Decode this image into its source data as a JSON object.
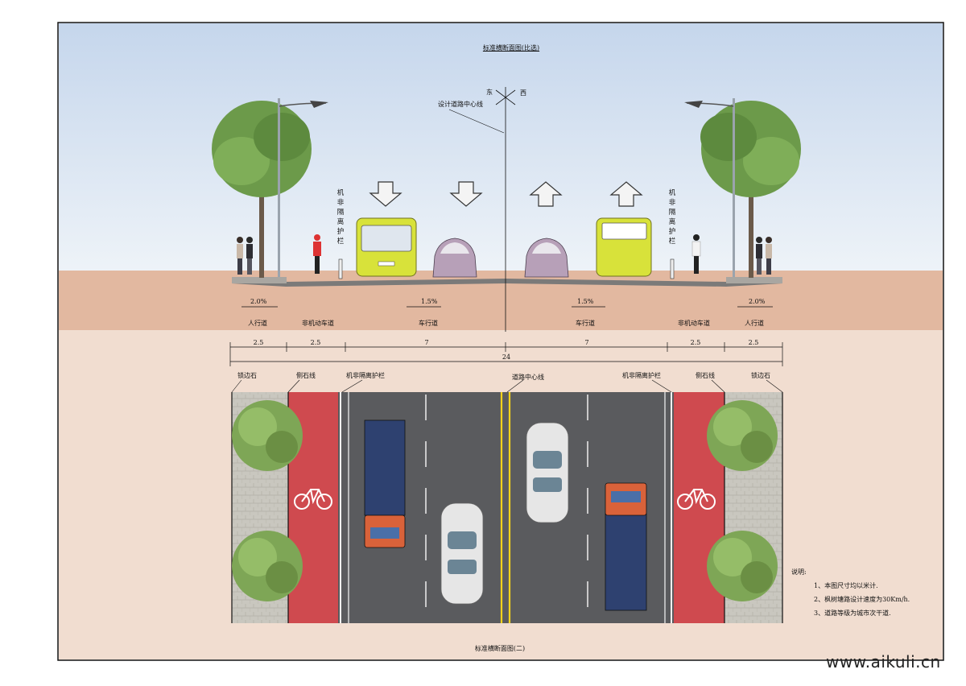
{
  "section_title": "标准横断面图(比选)",
  "plan_title": "标准横断面图(二)",
  "centerline_label": "设计道路中心线",
  "dir_east": "东",
  "dir_west": "西",
  "guardrail_label_vertical": "机非隔离护栏",
  "slopes": {
    "left_walk": "2.0%",
    "left_road": "1.5%",
    "right_road": "1.5%",
    "right_walk": "2.0%"
  },
  "zones": {
    "sidewalk": "人行道",
    "bike_lane": "非机动车道",
    "carriageway": "车行道"
  },
  "dimensions": {
    "sidewalk": "2.5",
    "bike_lane": "2.5",
    "carriageway": "7",
    "total": "24"
  },
  "plan_labels": {
    "curb_stone": "锁边石",
    "side_stone_line": "侧石线",
    "guardrail": "机非隔离护栏",
    "road_centerline": "道路中心线"
  },
  "notes": {
    "title": "说明:",
    "items": [
      "1、本图尺寸均以米计.",
      "2、枫树塘路设计速度为30Km/h.",
      "3、道路等级为城市次干道."
    ]
  },
  "watermark": "www.aikuli.cn",
  "colors": {
    "sky_top": "#c9d9ee",
    "soil": "#e2b8a0",
    "ground": "#f1ddd0",
    "bike_lane": "#cf4a4f",
    "asphalt": "#5a5b5e",
    "bus": "#d8e23a",
    "car": "#b7a0b8",
    "centerline": "#f2d21a"
  }
}
